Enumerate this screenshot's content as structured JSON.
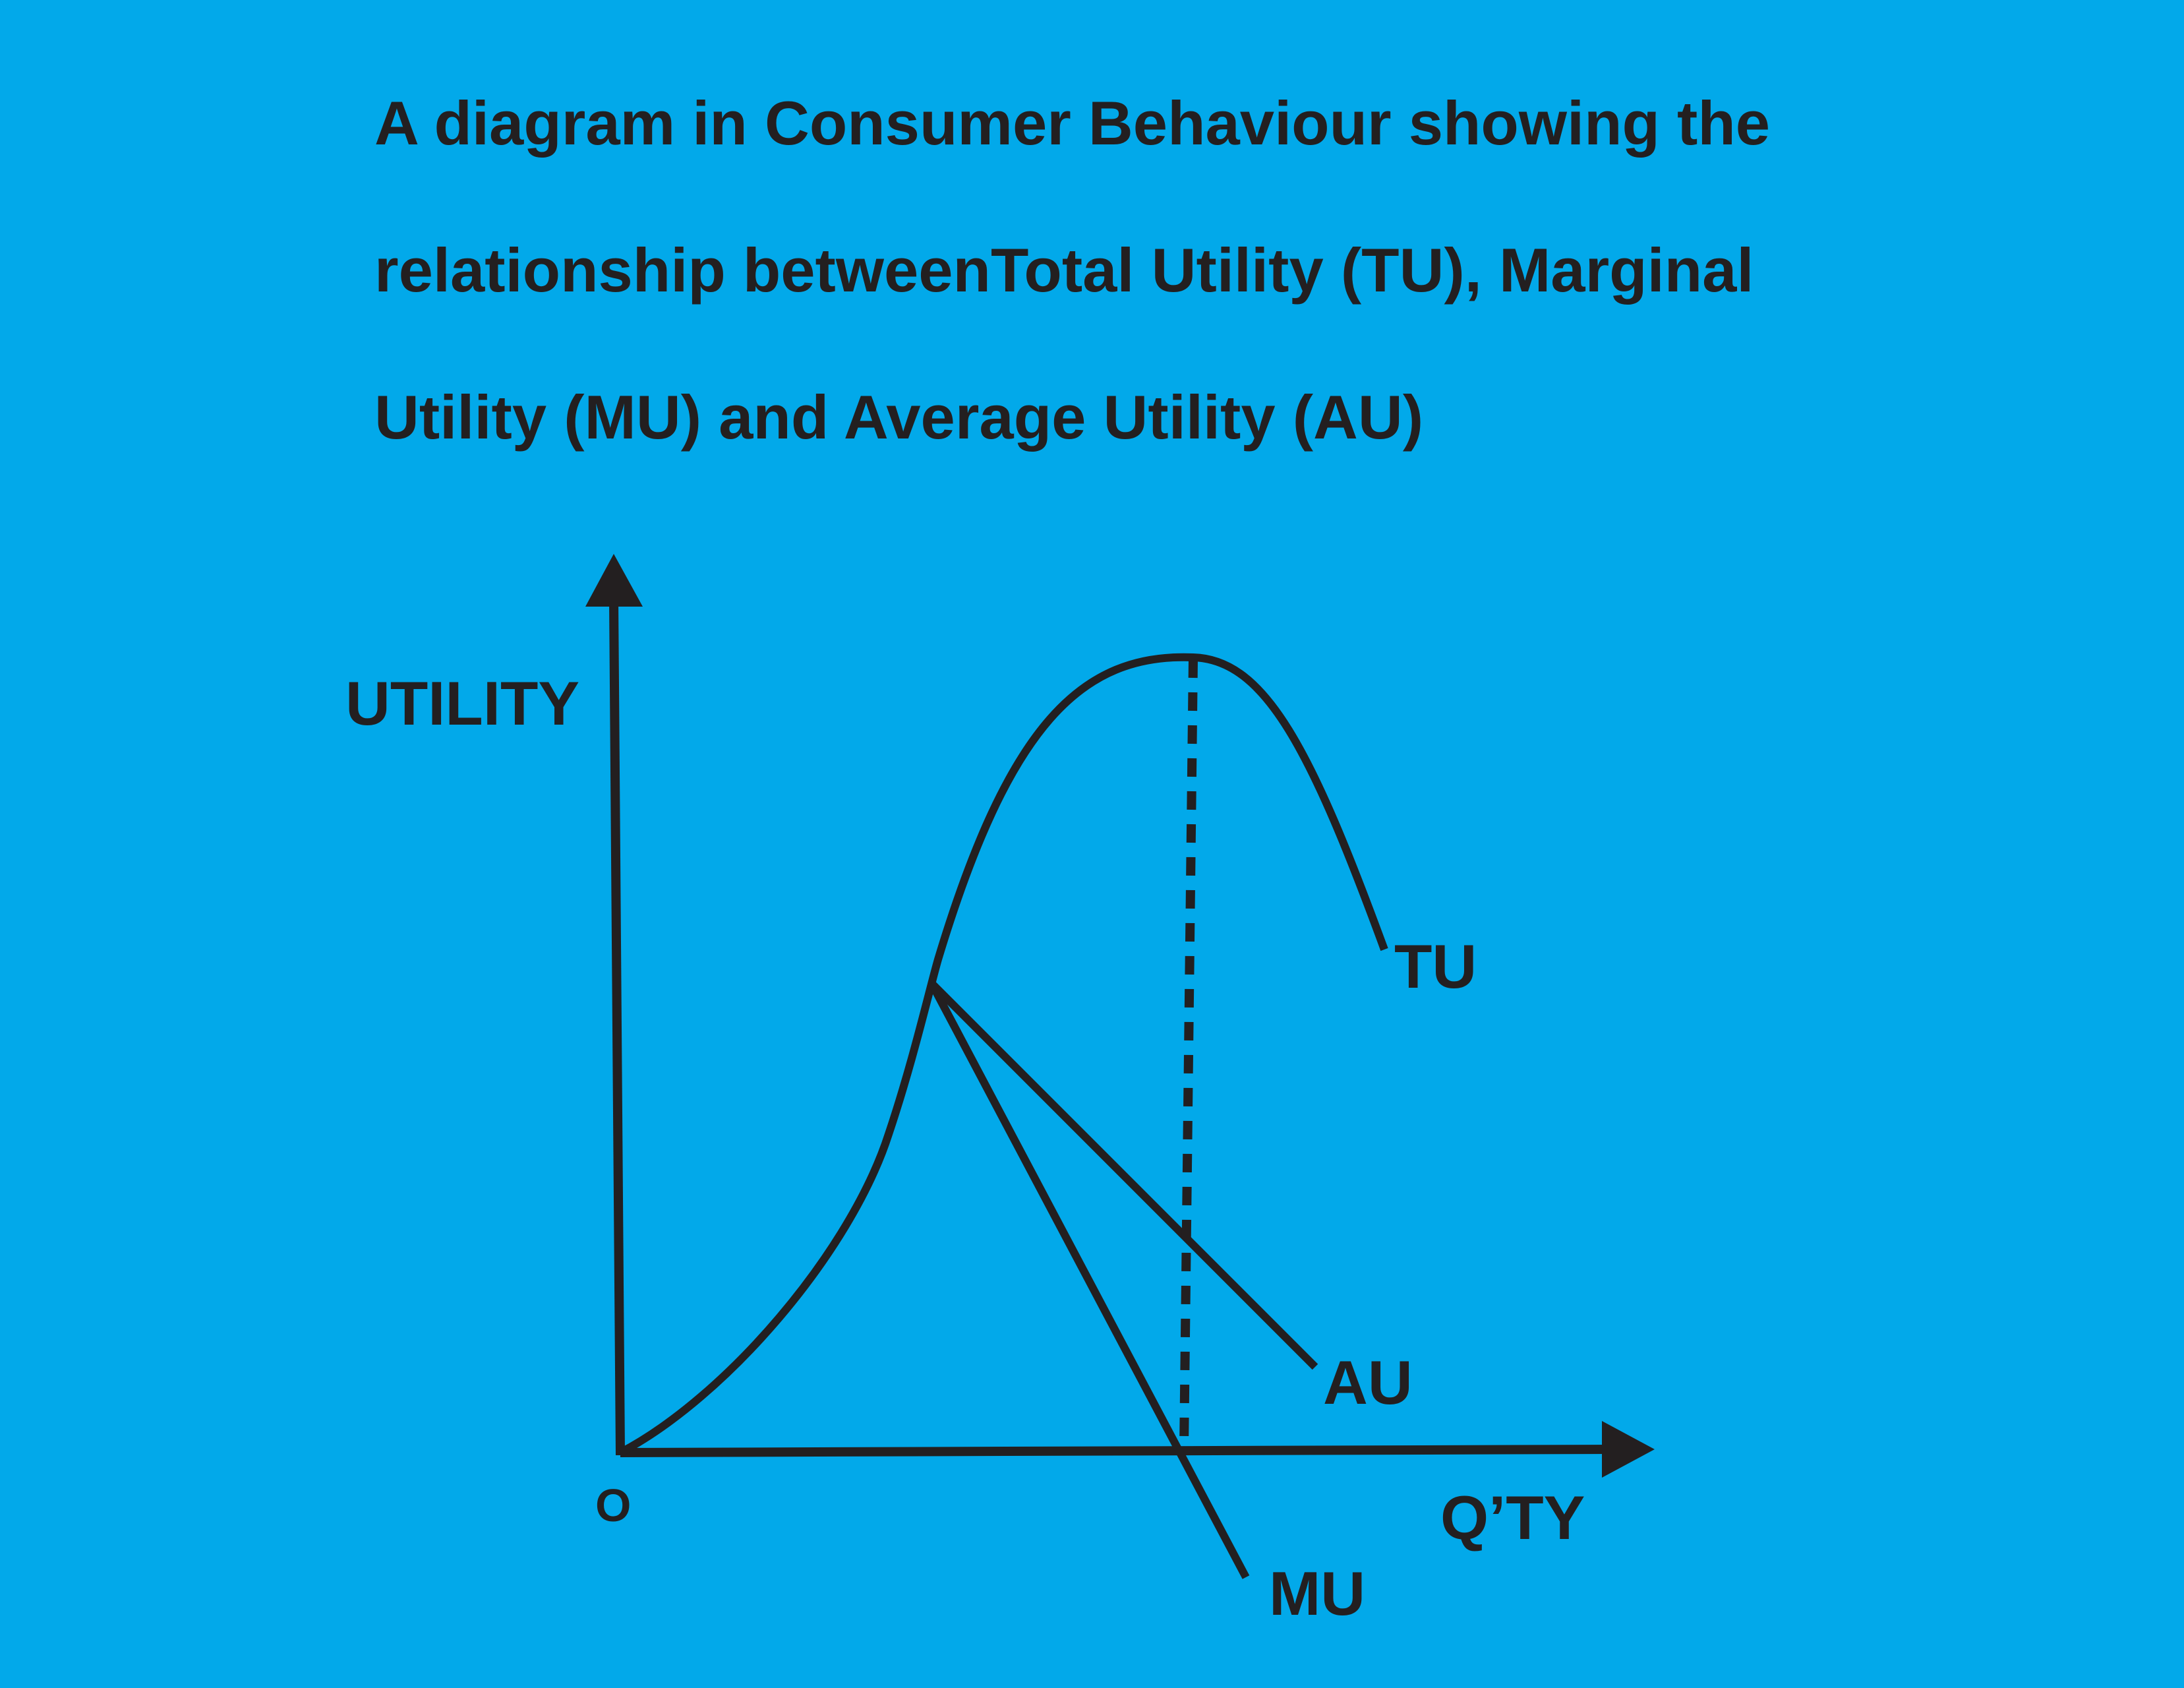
{
  "title": {
    "lines": [
      "A diagram in Consumer Behaviour showing the",
      "relationship betweenTotal Utility (TU), Marginal",
      "Utility (MU) and Average Utility (AU)"
    ]
  },
  "axes": {
    "y_label": "UTILITY",
    "x_label": "Q’TY",
    "origin_label": "O"
  },
  "curves": {
    "tu_label": "TU",
    "au_label": "AU",
    "mu_label": "MU"
  },
  "colors": {
    "background": "#02a9ea",
    "ink": "#231f20"
  }
}
